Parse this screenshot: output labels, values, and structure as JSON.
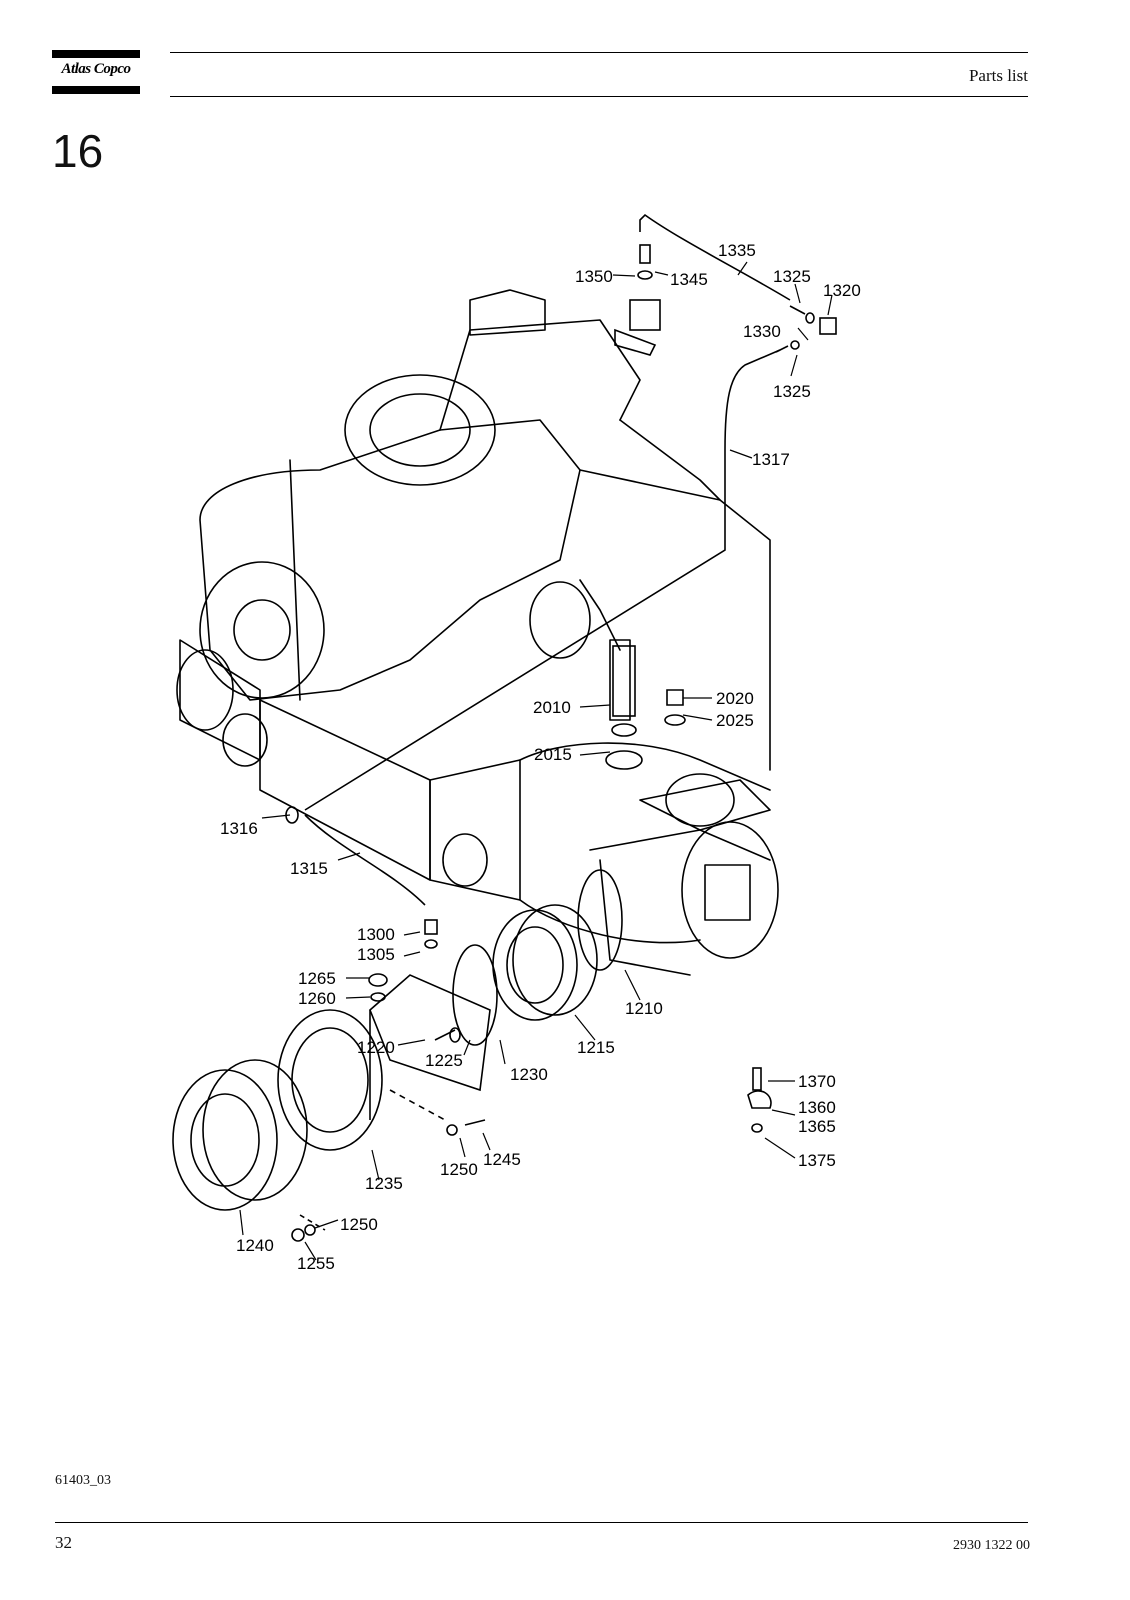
{
  "header": {
    "brand": "Atlas Copco",
    "title": "Parts list"
  },
  "section_number": "16",
  "drawing": {
    "callouts": [
      "1335",
      "1350",
      "1345",
      "1325",
      "1320",
      "1330",
      "1325",
      "1317",
      "2010",
      "2020",
      "2025",
      "2015",
      "1316",
      "1315",
      "1300",
      "1305",
      "1265",
      "1260",
      "1220",
      "1225",
      "1230",
      "1215",
      "1210",
      "1370",
      "1360",
      "1365",
      "1375",
      "1250",
      "1245",
      "1235",
      "1240",
      "1250",
      "1255"
    ]
  },
  "footer": {
    "drawing_ref": "61403_03",
    "page_number": "32",
    "doc_number": "2930 1322 00"
  }
}
